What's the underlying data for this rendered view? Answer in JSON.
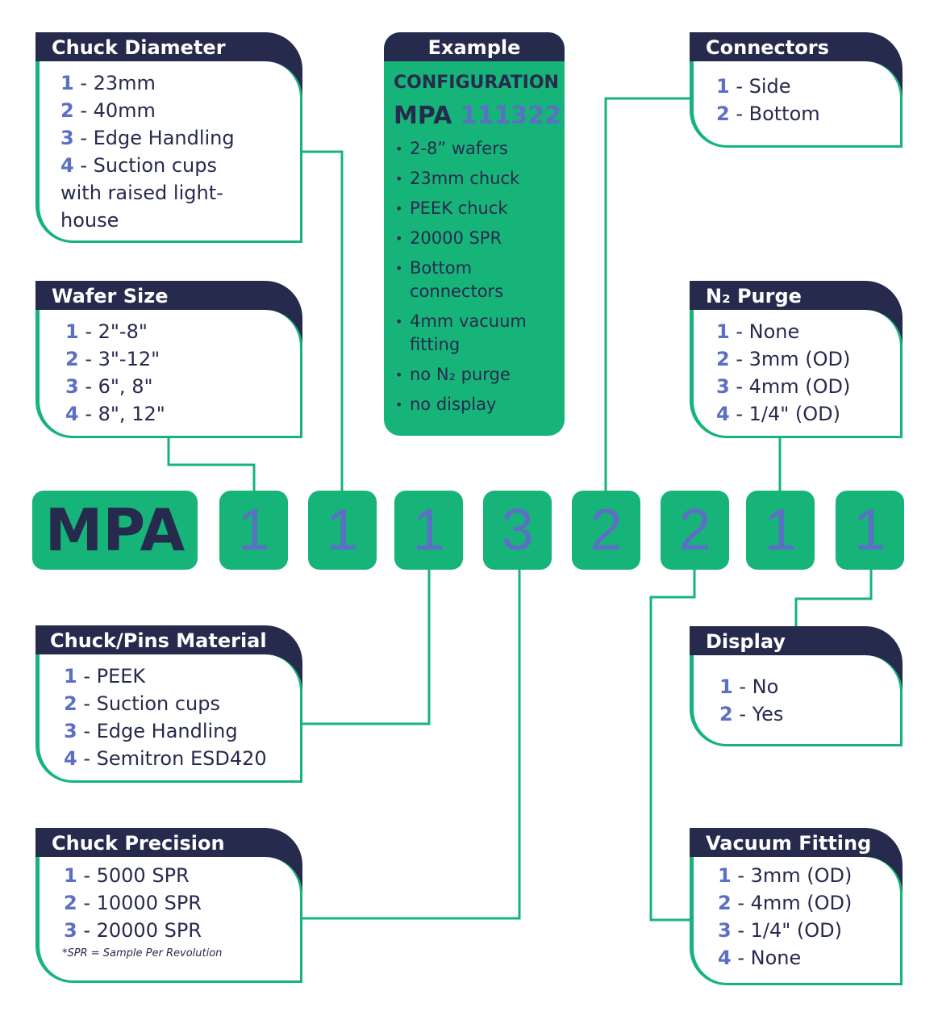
{
  "example": {
    "header": "Example",
    "label": "CONFIGURATION",
    "code_prefix": "MPA",
    "code_digits": "11132211",
    "items": [
      "2-8” wafers",
      "23mm chuck",
      "PEEK chuck",
      "20000 SPR",
      "Bottom connectors",
      "4mm vacuum fitting",
      "no N₂ purge",
      "no display"
    ]
  },
  "code": {
    "prefix": "MPA",
    "digits": [
      "1",
      "1",
      "1",
      "3",
      "2",
      "2",
      "1",
      "1"
    ]
  },
  "cards": {
    "chuck_diameter": {
      "title": "Chuck Diameter",
      "options": [
        {
          "num": "1",
          "label": " - 23mm"
        },
        {
          "num": "2",
          "label": " - 40mm"
        },
        {
          "num": "3",
          "label": " - Edge Handling"
        },
        {
          "num": "4",
          "label": " - Suction cups with raised light-house"
        }
      ]
    },
    "wafer_size": {
      "title": "Wafer Size",
      "options": [
        {
          "num": "1",
          "label": " - 2\"-8\""
        },
        {
          "num": "2",
          "label": " - 3\"-12\""
        },
        {
          "num": "3",
          "label": " - 6\", 8\""
        },
        {
          "num": "4",
          "label": " - 8\", 12\""
        }
      ]
    },
    "connectors": {
      "title": "Connectors",
      "options": [
        {
          "num": "1",
          "label": " - Side"
        },
        {
          "num": "2",
          "label": " - Bottom"
        }
      ]
    },
    "n2_purge": {
      "title": "N₂ Purge",
      "options": [
        {
          "num": "1",
          "label": " - None"
        },
        {
          "num": "2",
          "label": " - 3mm (OD)"
        },
        {
          "num": "3",
          "label": " - 4mm (OD)"
        },
        {
          "num": "4",
          "label": " - 1/4\" (OD)"
        }
      ]
    },
    "chuck_pins_material": {
      "title": "Chuck/Pins Material",
      "options": [
        {
          "num": "1",
          "label": " - PEEK"
        },
        {
          "num": "2",
          "label": " - Suction cups"
        },
        {
          "num": "3",
          "label": " - Edge Handling"
        },
        {
          "num": "4",
          "label": " - Semitron ESD420"
        }
      ]
    },
    "display": {
      "title": "Display",
      "options": [
        {
          "num": "1",
          "label": " - No"
        },
        {
          "num": "2",
          "label": " - Yes"
        }
      ]
    },
    "chuck_precision": {
      "title": "Chuck Precision",
      "options": [
        {
          "num": "1",
          "label": " - 5000 SPR"
        },
        {
          "num": "2",
          "label": " - 10000 SPR"
        },
        {
          "num": "3",
          "label": " - 20000 SPR"
        }
      ],
      "note": "*SPR = Sample Per Revolution"
    },
    "vacuum_fitting": {
      "title": "Vacuum Fitting",
      "options": [
        {
          "num": "1",
          "label": " - 3mm (OD)"
        },
        {
          "num": "2",
          "label": " - 4mm (OD)"
        },
        {
          "num": "3",
          "label": " - 1/4\" (OD)"
        },
        {
          "num": "4",
          "label": " - None"
        }
      ]
    }
  },
  "colors": {
    "navy": "#262a4d",
    "green": "#17b47a",
    "accent_blue": "#5b6fc4"
  }
}
